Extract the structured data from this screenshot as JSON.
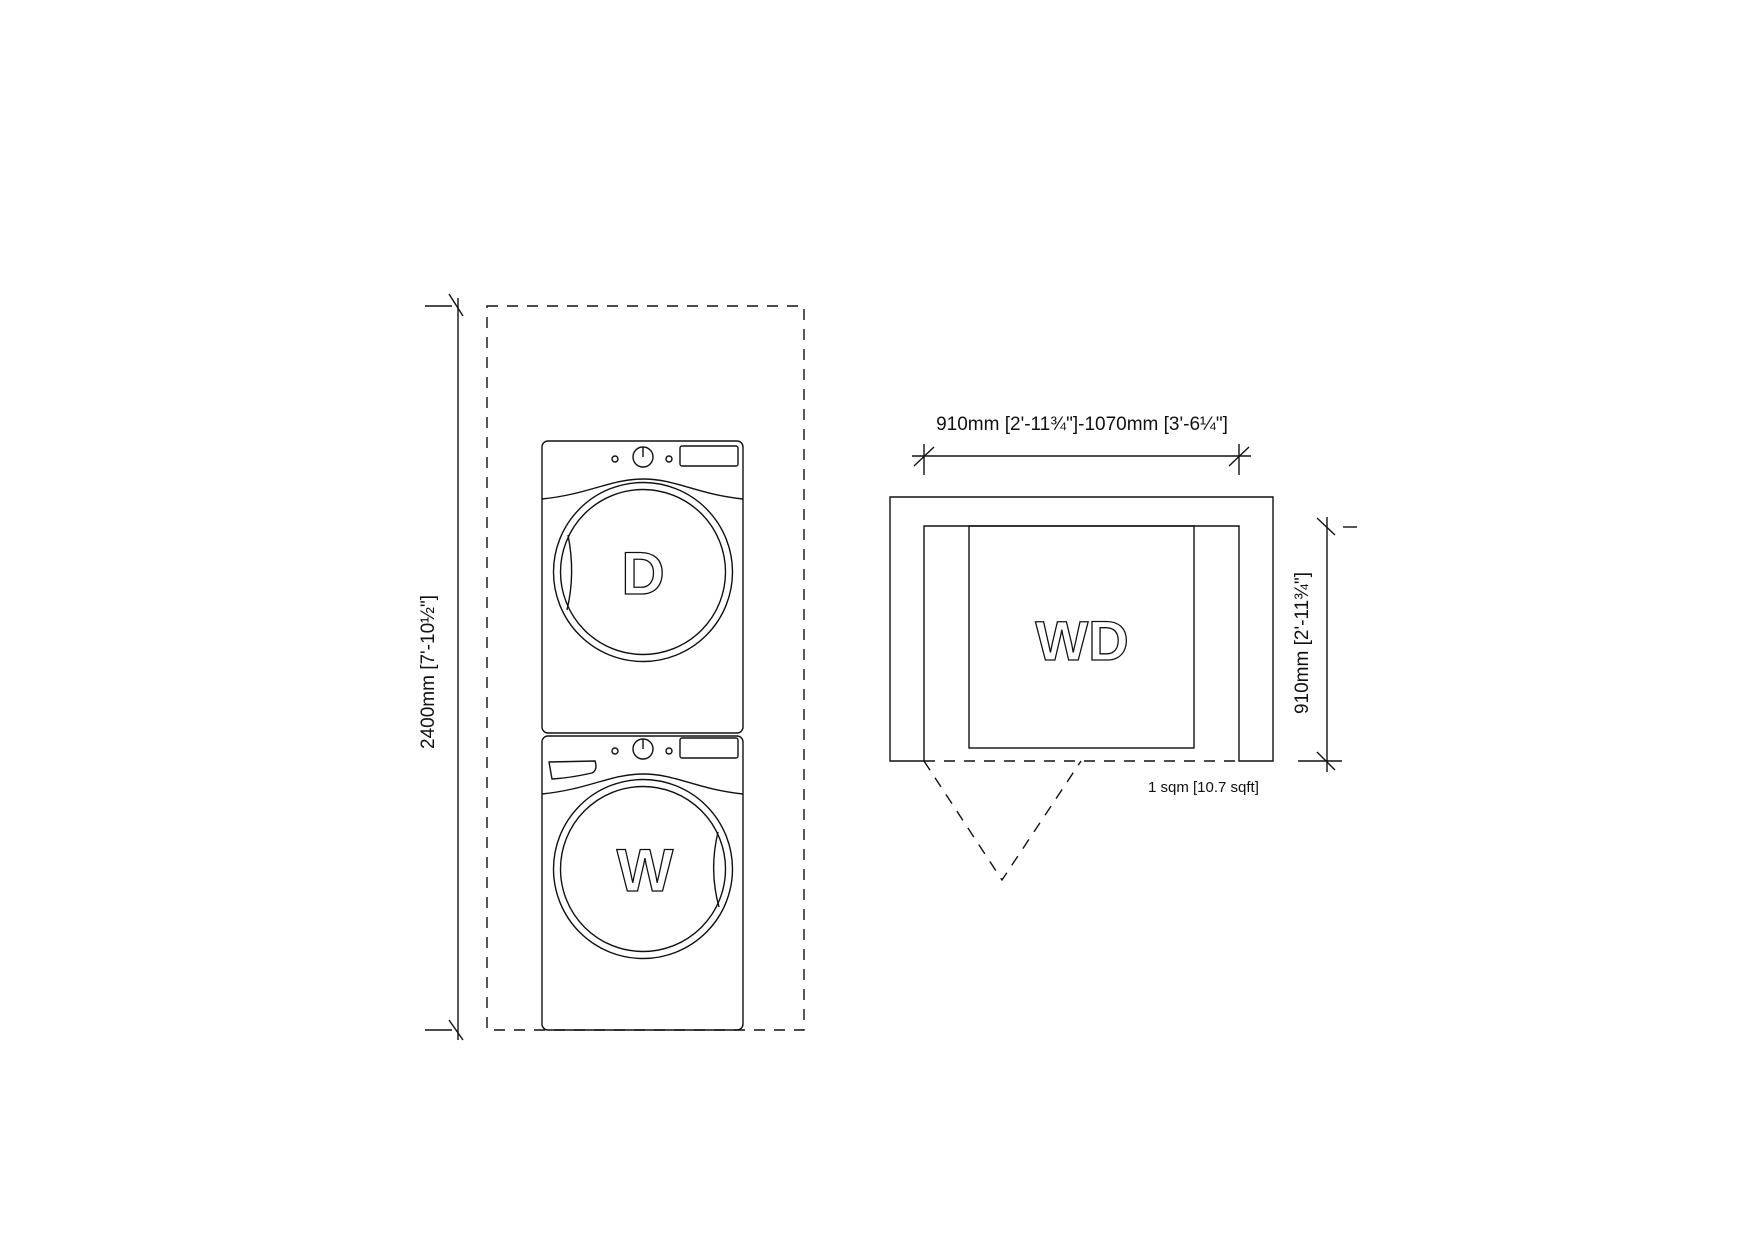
{
  "stacked_view": {
    "height_dimension": "2400mm [7'-10½\"]",
    "dryer_label": "D",
    "washer_label": "W"
  },
  "plan_view": {
    "width_dimension": "910mm [2'-11¾\"]-1070mm [3'-6¼\"]",
    "depth_dimension": "910mm [2'-11¾\"]",
    "unit_label": "WD",
    "area_label": "1 sqm [10.7 sqft]"
  }
}
